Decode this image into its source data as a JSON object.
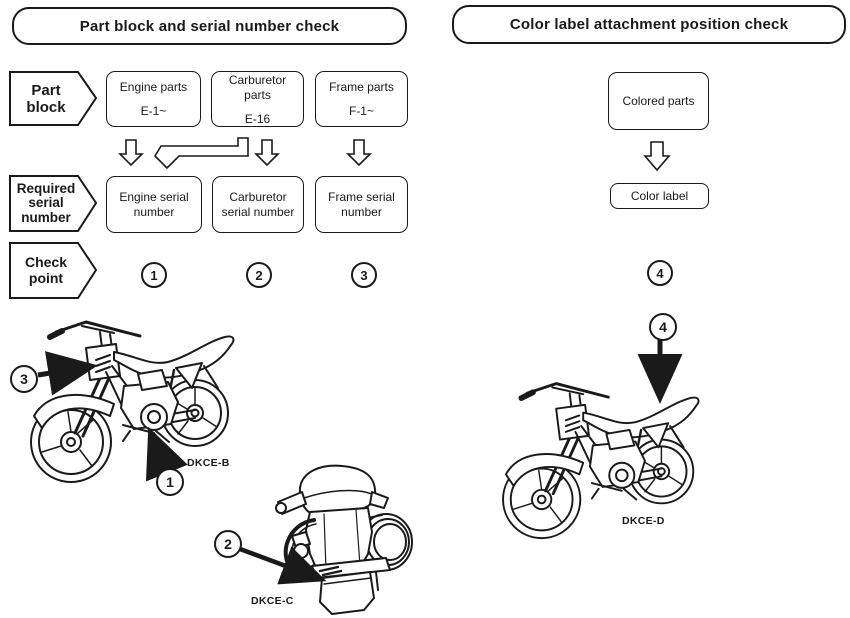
{
  "left_panel": {
    "title": "Part block and serial number check",
    "row_tags": {
      "part_block": "Part block",
      "required_serial": "Required\nserial\nnumber",
      "check_point": "Check\npoint"
    },
    "part_blocks": [
      {
        "label": "Engine parts",
        "code": "E-1~"
      },
      {
        "label": "Carburetor parts",
        "code": "E-16"
      },
      {
        "label": "Frame parts",
        "code": "F-1~"
      }
    ],
    "serial_numbers": [
      {
        "label": "Engine serial number"
      },
      {
        "label": "Carburetor serial number"
      },
      {
        "label": "Frame serial number"
      }
    ],
    "check_points": [
      "1",
      "2",
      "3"
    ]
  },
  "right_panel": {
    "title": "Color label attachment position check",
    "colored_parts_label": "Colored parts",
    "color_label_label": "Color label",
    "check_point": "4"
  },
  "illustrations": {
    "bike_left": {
      "code": "DKCE-B",
      "callout_frame": "3",
      "callout_engine": "1"
    },
    "carburetor": {
      "code": "DKCE-C",
      "callout": "2"
    },
    "bike_right": {
      "code": "DKCE-D",
      "callout": "4"
    }
  },
  "colors": {
    "ink": "#1a1a1a",
    "background": "#ffffff"
  }
}
